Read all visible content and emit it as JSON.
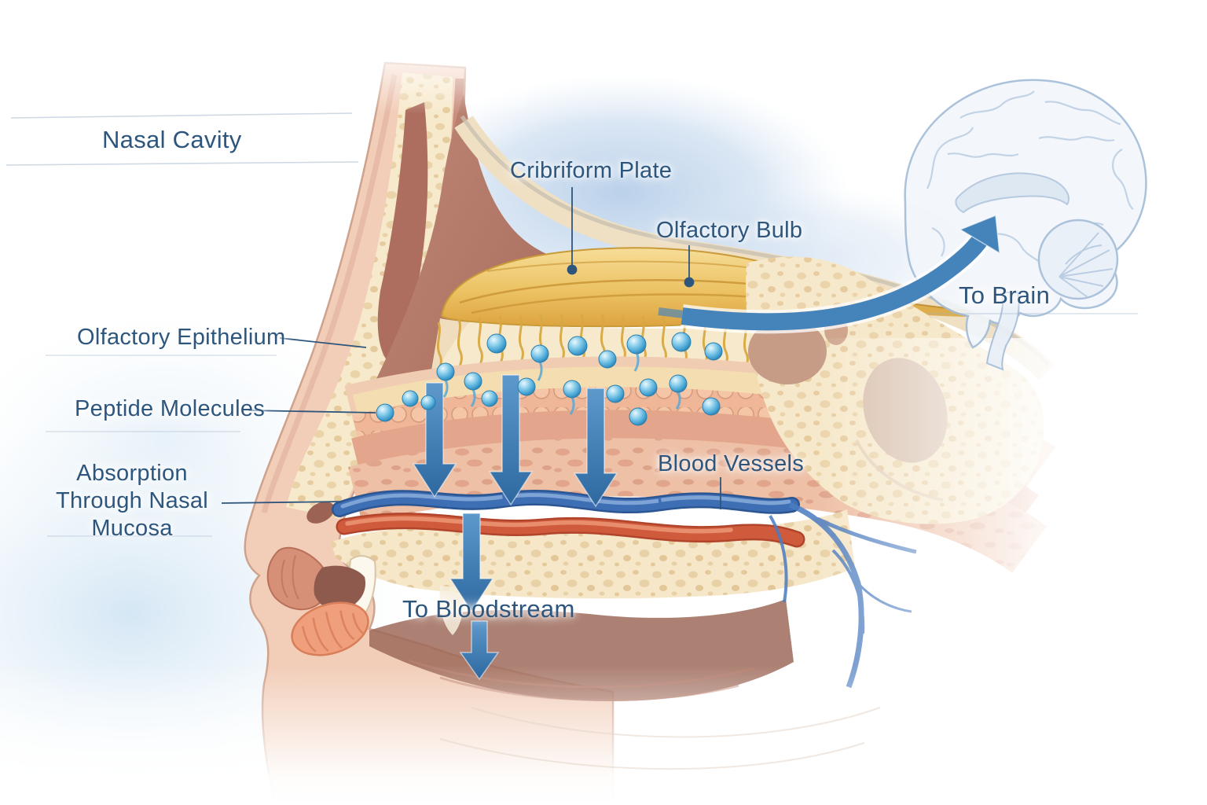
{
  "labels": {
    "nasal_cavity": "Nasal Cavity",
    "cribriform_plate": "Cribriform Plate",
    "olfactory_bulb": "Olfactory Bulb",
    "olfactory_epithelium": "Olfactory Epithelium",
    "peptide_molecules": "Peptide Molecules",
    "absorption": "Absorption Through Nasal Mucosa",
    "blood_vessels": "Blood Vessels",
    "to_brain": "To Brain",
    "to_bloodstream": "To Bloodstream"
  },
  "colors": {
    "label_blue": "#2e567d",
    "arrow_blue": "#3b77b1",
    "peptide_blue": "#58ade0",
    "bulb_gold": "#e8bb55",
    "vein_blue": "#3e6eb4",
    "artery_red": "#d05a3c",
    "wash_blue": "#bdd3ec",
    "bone_cream": "#f6e7c9"
  }
}
